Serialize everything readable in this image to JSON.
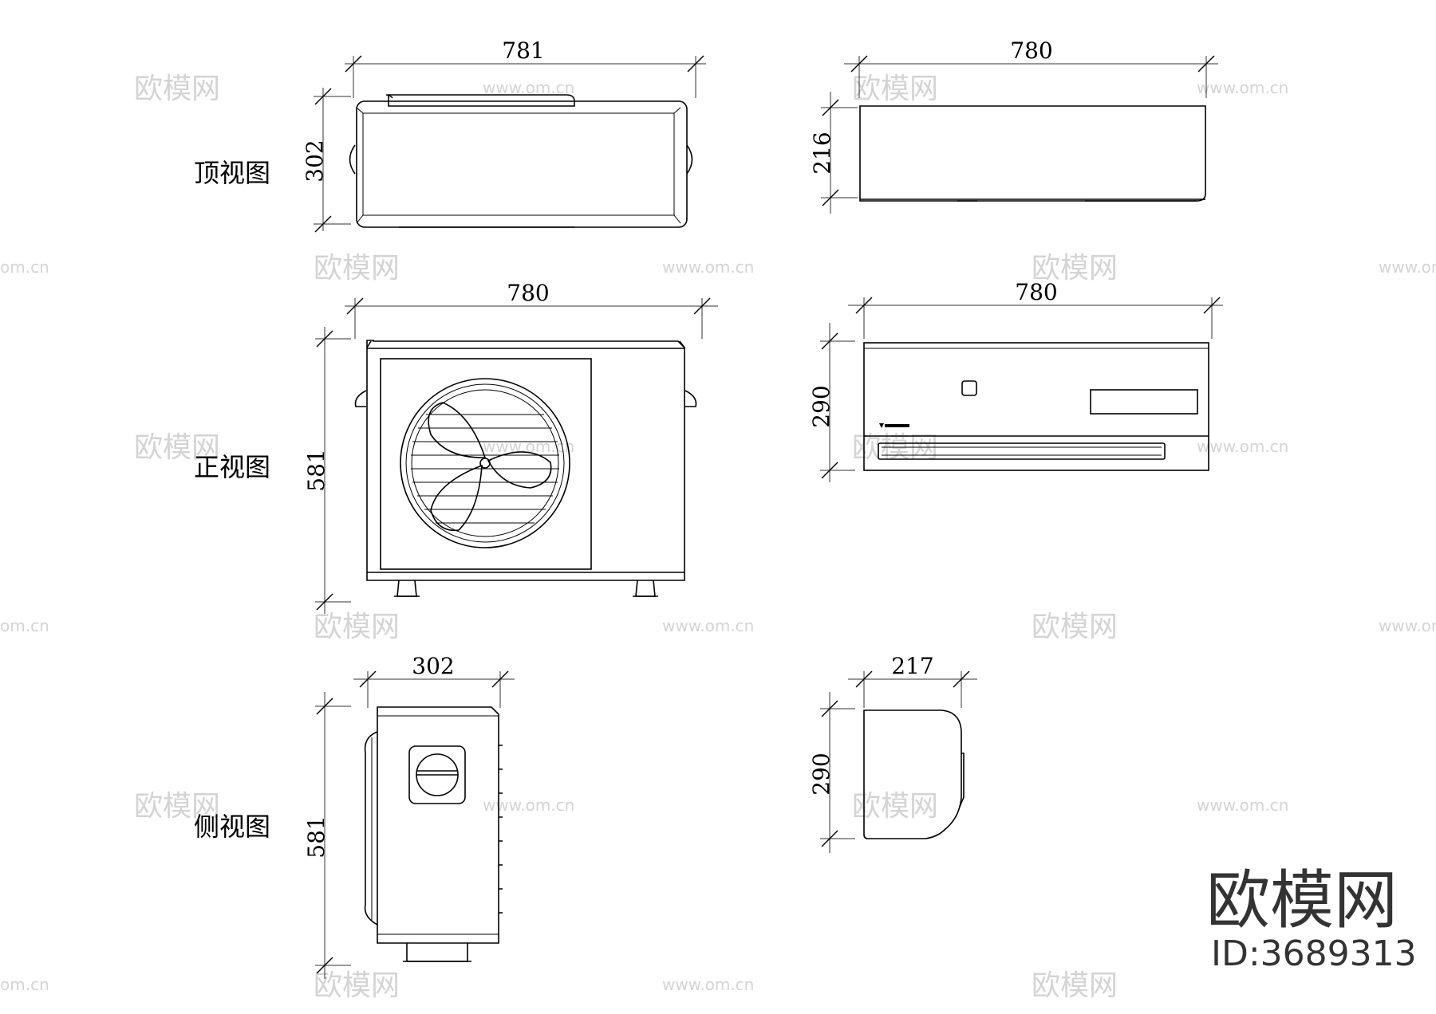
{
  "views": {
    "top": "顶视图",
    "front": "正视图",
    "side": "侧视图"
  },
  "outdoor_unit": {
    "top_width": "781",
    "top_depth": "302",
    "front_width": "780",
    "front_height": "581",
    "side_depth": "302",
    "side_height": "581"
  },
  "indoor_unit": {
    "top_width": "780",
    "top_depth": "216",
    "front_width": "780",
    "front_height": "290",
    "side_depth": "217",
    "side_height": "290"
  },
  "watermark": {
    "logo": "欧模网",
    "url": "www.om.cn",
    "url_cropped": "om.cn"
  },
  "brand": {
    "name": "欧模网",
    "id": "ID:3689313"
  }
}
